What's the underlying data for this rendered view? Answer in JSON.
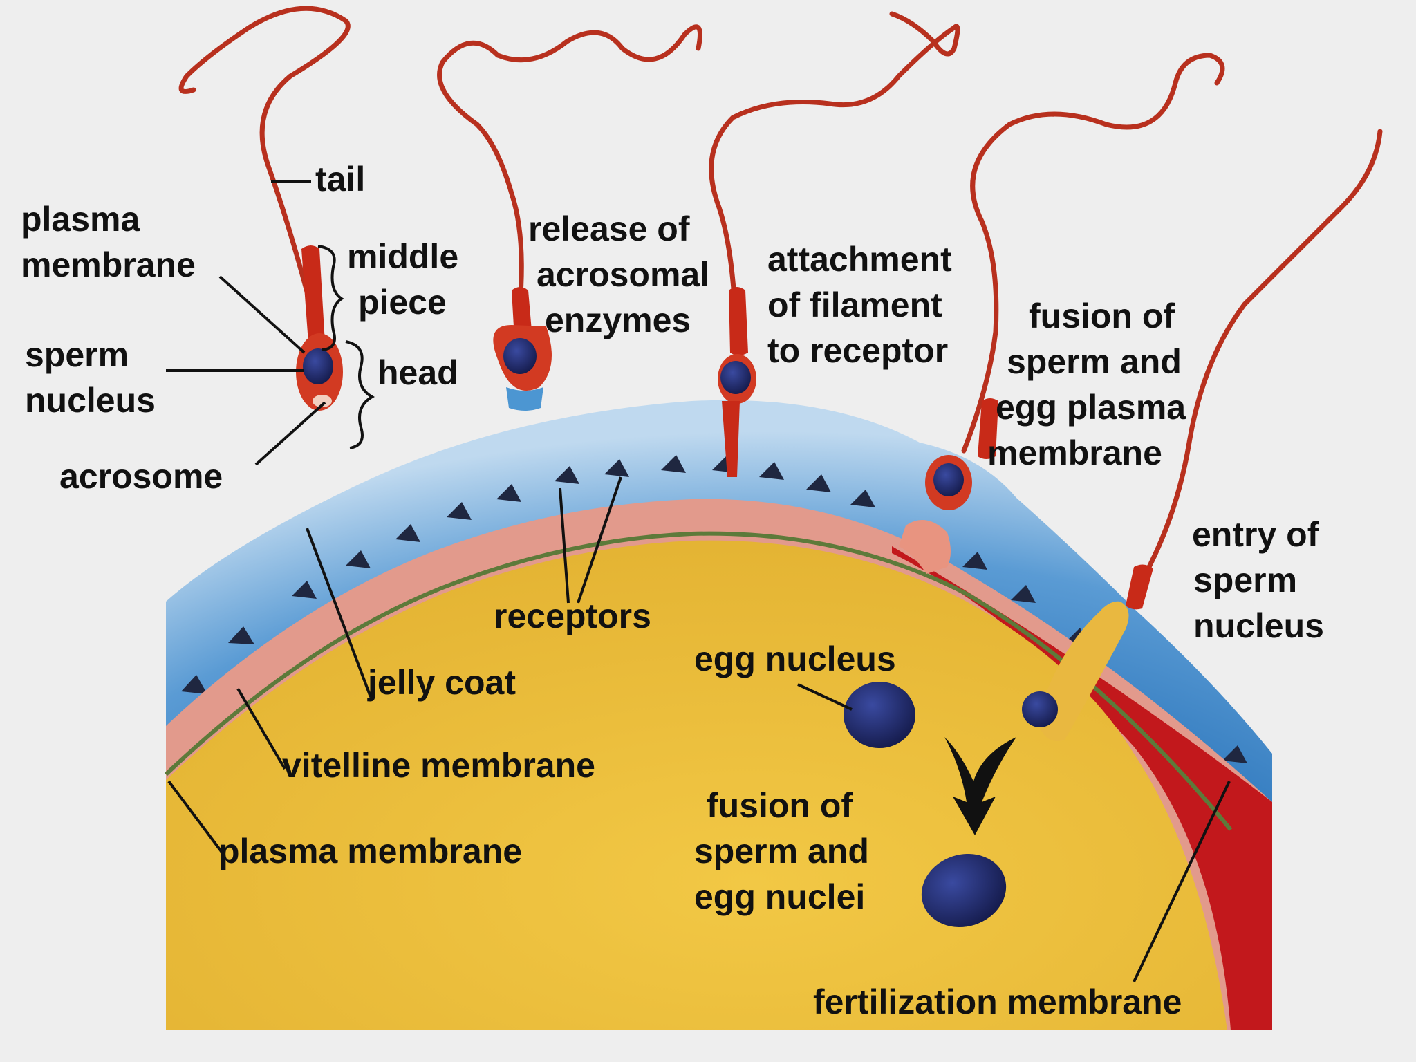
{
  "labels": {
    "tail": "tail",
    "plasma_membrane_sperm": [
      "plasma",
      "membrane"
    ],
    "middle_piece": [
      "middle",
      "piece"
    ],
    "sperm_nucleus": [
      "sperm",
      "nucleus"
    ],
    "head": "head",
    "acrosome": "acrosome",
    "release_enzymes": [
      "release of",
      "acrosomal",
      "enzymes"
    ],
    "attachment_filament": [
      "attachment",
      "of filament",
      "to receptor"
    ],
    "fusion_membranes": [
      "fusion of",
      "sperm and",
      "egg plasma",
      "membrane"
    ],
    "entry_nucleus": [
      "entry of",
      "sperm",
      "nucleus"
    ],
    "receptors": "receptors",
    "egg_nucleus": "egg nucleus",
    "jelly_coat": "jelly coat",
    "vitelline_membrane": "vitelline membrane",
    "plasma_membrane_egg": "plasma membrane",
    "fusion_nuclei": [
      "fusion of",
      "sperm and",
      "egg nuclei"
    ],
    "fertilization_membrane": "fertilization membrane"
  },
  "colors": {
    "background": "#eeeeee",
    "jelly": "#3d86c6",
    "vitelline": "#e9a090",
    "egg": "#e9bc3a",
    "fertilization": "#c2181c",
    "sperm": "#c8321e",
    "nucleus": "#1c2461",
    "receptor": "#1f2740"
  }
}
